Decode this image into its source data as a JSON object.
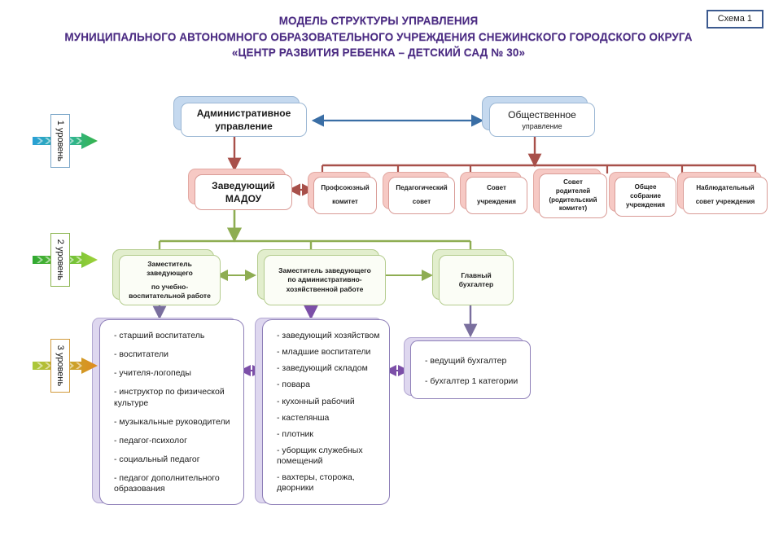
{
  "document": {
    "title_lines": [
      "МОДЕЛЬ СТРУКТУРЫ УПРАВЛЕНИЯ",
      "МУНИЦИПАЛЬНОГО АВТОНОМНОГО ОБРАЗОВАТЕЛЬНОГО УЧРЕЖДЕНИЯ СНЕЖИНСКОГО  ГОРОДСКОГО ОКРУГА",
      "«ЦЕНТР РАЗВИТИЯ РЕБЕНКА – ДЕТСКИЙ САД № 30»"
    ],
    "scheme_badge": "Схема 1"
  },
  "colors": {
    "title": "#4a2a82",
    "blue_line": "#3a6ea5",
    "red_line": "#a8504a",
    "green_line": "#8ead52",
    "purple_line": "#7c4fa8",
    "badge_border": "#3c5a8f"
  },
  "levels": [
    {
      "id": "level-1",
      "label": "1 уровень",
      "arrow_from": "#2a9fd6",
      "arrow_to": "#36b34a"
    },
    {
      "id": "level-2",
      "label": "2 уровень",
      "arrow_from": "#2fa832",
      "arrow_to": "#9fd23a"
    },
    {
      "id": "level-3",
      "label": "3 уровень",
      "arrow_from": "#a9c93a",
      "arrow_to": "#e08a1e"
    }
  ],
  "nodes": {
    "admin_management": {
      "lines": [
        "Административное",
        "управление"
      ]
    },
    "public_management": {
      "lines": [
        "Общественное",
        "управление"
      ]
    },
    "head": {
      "lines": [
        "Заведующий",
        "МАДОУ"
      ]
    },
    "public_bodies": [
      {
        "lines": [
          "Профсоюзный",
          "комитет"
        ]
      },
      {
        "lines": [
          "Педагогический",
          "совет"
        ]
      },
      {
        "lines": [
          "Совет",
          "учреждения"
        ]
      },
      {
        "lines": [
          "Совет",
          "родителей",
          "(родительский",
          "комитет)"
        ]
      },
      {
        "lines": [
          "Общее",
          "собрание",
          "учреждения"
        ]
      },
      {
        "lines": [
          "Наблюдательный",
          "совет учреждения"
        ]
      }
    ],
    "deputies": [
      {
        "lines": [
          "Заместитель",
          "заведующего",
          "по учебно-",
          "воспитательной работе"
        ]
      },
      {
        "lines": [
          "Заместитель заведующего",
          "по административно-",
          "хозяйственной работе"
        ]
      },
      {
        "lines": [
          "Главный",
          "бухгалтер"
        ]
      }
    ],
    "staff_groups": [
      {
        "id": "staff-educational",
        "items": [
          "- старший воспитатель",
          "- воспитатели",
          "- учителя-логопеды",
          "- инструктор по физической культуре",
          "- музыкальные руководители",
          "- педагог-психолог",
          "- социальный педагог",
          "- педагог дополнительного образования"
        ]
      },
      {
        "id": "staff-economic",
        "items": [
          "- заведующий хозяйством",
          "- младшие воспитатели",
          "- заведующий складом",
          "- повара",
          "- кухонный рабочий",
          "- кастелянша",
          "- плотник",
          "- уборщик служебных помещений",
          "- вахтеры, сторожа, дворники"
        ]
      },
      {
        "id": "staff-accounting",
        "items": [
          "- ведущий бухгалтер",
          "- бухгалтер 1 категории"
        ]
      }
    ]
  }
}
